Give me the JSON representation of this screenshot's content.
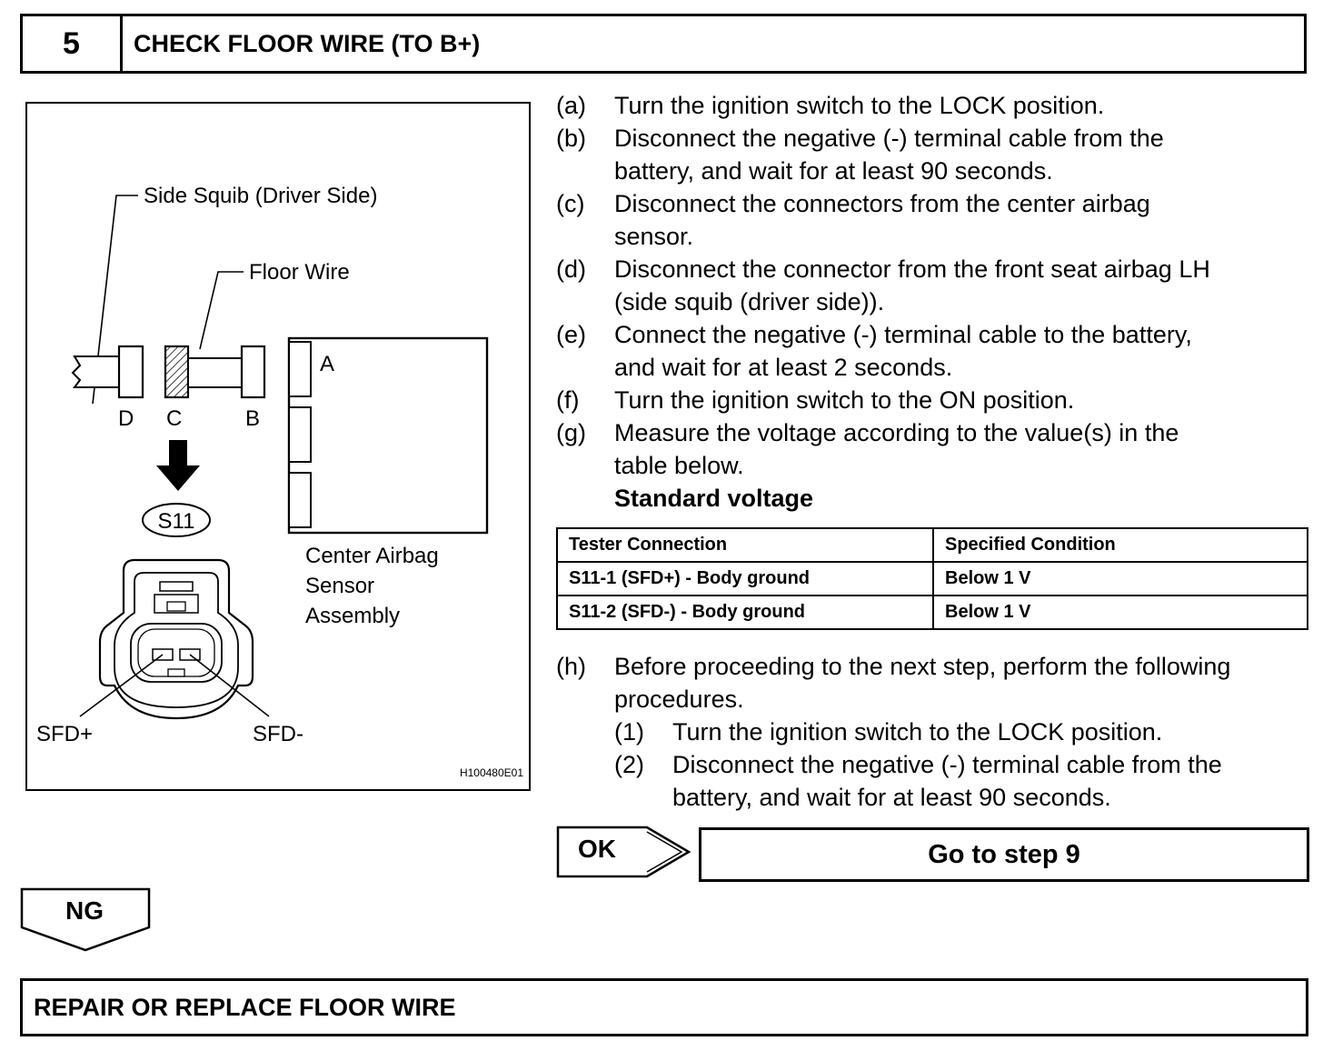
{
  "header": {
    "step_number": "5",
    "title": "CHECK FLOOR WIRE (TO B+)"
  },
  "diagram": {
    "label_side_squib": "Side Squib (Driver Side)",
    "label_floor_wire": "Floor Wire",
    "connector_a": "A",
    "connector_b": "B",
    "connector_c": "C",
    "connector_d": "D",
    "connector_id": "S11",
    "sensor_label_line1": "Center Airbag",
    "sensor_label_line2": "Sensor",
    "sensor_label_line3": "Assembly",
    "terminal_pos": "SFD+",
    "terminal_neg": "SFD-",
    "figure_code": "H100480E01"
  },
  "steps": [
    {
      "letter": "(a)",
      "lines": [
        "Turn the ignition switch to the LOCK position."
      ]
    },
    {
      "letter": "(b)",
      "lines": [
        "Disconnect the negative (-) terminal cable from the",
        "battery, and wait for at least 90 seconds."
      ]
    },
    {
      "letter": "(c)",
      "lines": [
        "Disconnect the connectors from the center airbag",
        "sensor."
      ]
    },
    {
      "letter": "(d)",
      "lines": [
        "Disconnect the connector from the front seat airbag LH",
        "(side squib (driver side))."
      ]
    },
    {
      "letter": "(e)",
      "lines": [
        "Connect the negative (-) terminal cable to the battery,",
        "and wait for at least 2 seconds."
      ]
    },
    {
      "letter": "(f)",
      "lines": [
        "Turn the ignition switch to the ON position."
      ]
    },
    {
      "letter": "(g)",
      "lines": [
        "Measure the voltage according to the value(s) in the",
        "table below."
      ]
    }
  ],
  "standard_voltage_label": "Standard voltage",
  "table": {
    "headers": [
      "Tester Connection",
      "Specified Condition"
    ],
    "rows": [
      [
        "S11-1 (SFD+) - Body ground",
        "Below 1 V"
      ],
      [
        "S11-2 (SFD-) - Body ground",
        "Below 1 V"
      ]
    ]
  },
  "step_h": {
    "letter": "(h)",
    "lines": [
      "Before proceeding to the next step, perform the following",
      "procedures."
    ],
    "substeps": [
      {
        "num": "(1)",
        "lines": [
          "Turn the ignition switch to the LOCK position."
        ]
      },
      {
        "num": "(2)",
        "lines": [
          "Disconnect the negative (-) terminal cable from the",
          "battery, and wait for at least 90 seconds."
        ]
      }
    ]
  },
  "ok": {
    "label": "OK",
    "result": "Go to step 9"
  },
  "ng": {
    "label": "NG"
  },
  "repair": "REPAIR OR REPLACE FLOOR WIRE"
}
